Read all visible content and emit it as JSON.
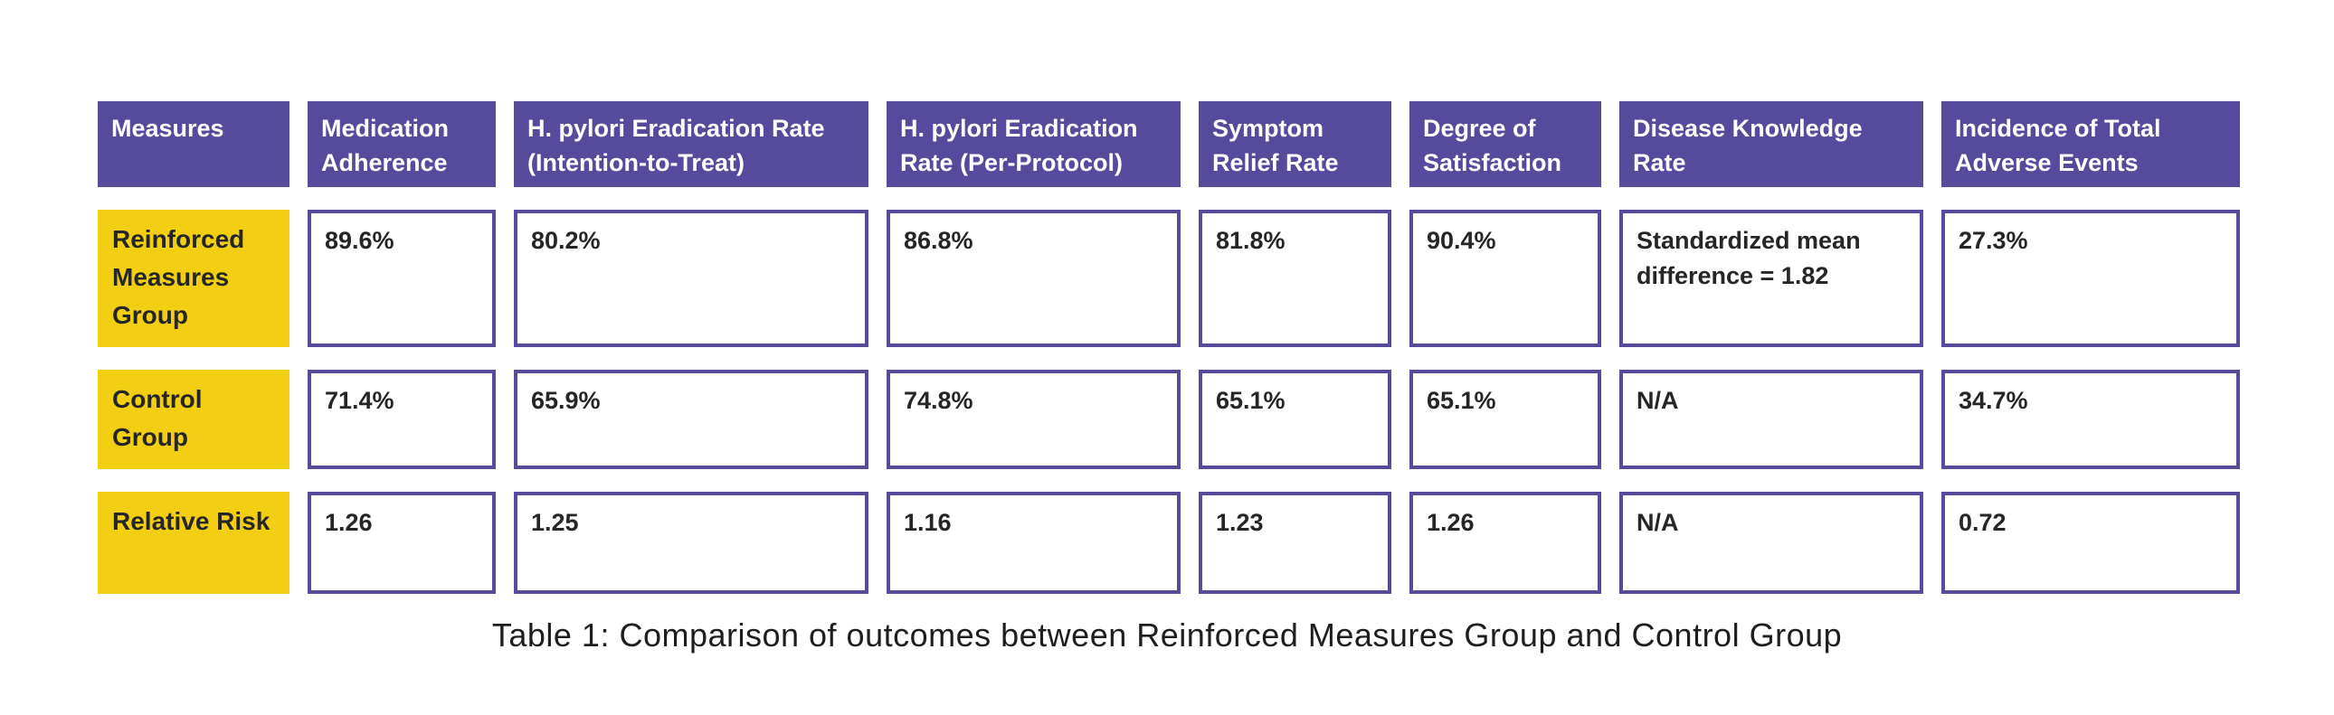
{
  "colors": {
    "page_bg": "#ffffff",
    "header_bg": "#564a9d",
    "header_text": "#ffffff",
    "label_bg": "#f3cf14",
    "label_text": "#262626",
    "cell_bg": "#ffffff",
    "cell_border": "#564a9d",
    "cell_text": "#262626",
    "caption_text": "#1e1e1e"
  },
  "figure": {
    "caption": "Table 1: Comparison of outcomes between Reinforced Measures Group and Control Group"
  },
  "table": {
    "columns": [
      "Measures",
      "Medication Adherence",
      "H. pylori Eradication Rate (Intention-to-Treat)",
      "H. pylori Eradication Rate (Per-Protocol)",
      "Symptom Relief Rate",
      "Degree of Satisfaction",
      "Disease Knowledge Rate",
      "Incidence of Total Adverse Events"
    ],
    "rows": [
      {
        "label": "Reinforced Measures Group",
        "values": [
          "89.6%",
          "80.2%",
          "86.8%",
          "81.8%",
          "90.4%",
          "Standardized mean difference = 1.82",
          "27.3%"
        ]
      },
      {
        "label": "Control Group",
        "values": [
          "71.4%",
          "65.9%",
          "74.8%",
          "65.1%",
          "65.1%",
          "N/A",
          "34.7%"
        ]
      },
      {
        "label": "Relative Risk",
        "values": [
          "1.26",
          "1.25",
          "1.16",
          "1.23",
          "1.26",
          "N/A",
          "0.72"
        ]
      }
    ]
  },
  "chart_data": {
    "type": "table",
    "title": "Table 1: Comparison of outcomes between Reinforced Measures Group and Control Group",
    "columns": [
      "Measures",
      "Medication Adherence",
      "H. pylori Eradication Rate (Intention-to-Treat)",
      "H. pylori Eradication Rate (Per-Protocol)",
      "Symptom Relief Rate",
      "Degree of Satisfaction",
      "Disease Knowledge Rate",
      "Incidence of Total Adverse Events"
    ],
    "rows": [
      [
        "Reinforced Measures Group",
        "89.6%",
        "80.2%",
        "86.8%",
        "81.8%",
        "90.4%",
        "Standardized mean difference = 1.82",
        "27.3%"
      ],
      [
        "Control Group",
        "71.4%",
        "65.9%",
        "74.8%",
        "65.1%",
        "65.1%",
        "N/A",
        "34.7%"
      ],
      [
        "Relative Risk",
        "1.26",
        "1.25",
        "1.16",
        "1.23",
        "1.26",
        "N/A",
        "0.72"
      ]
    ]
  }
}
